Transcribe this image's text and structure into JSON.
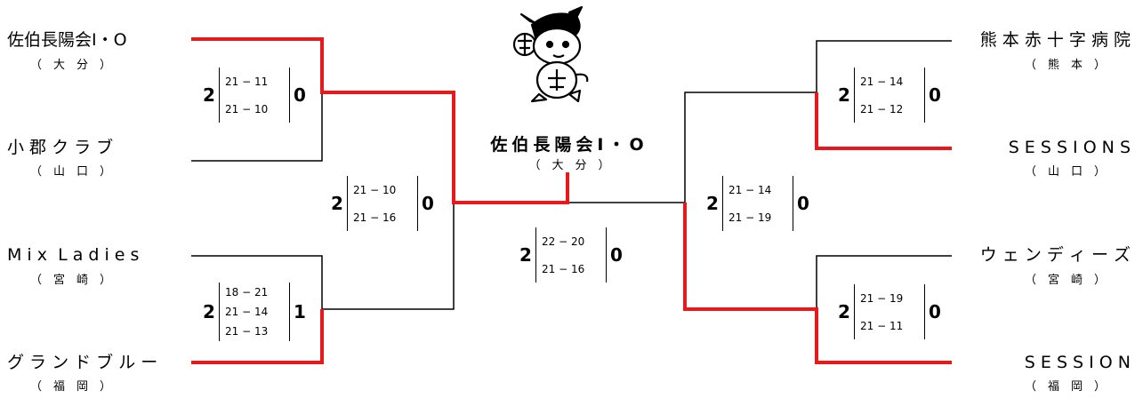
{
  "champion": {
    "name": "佐伯長陽会I・O",
    "prefecture": "（　大　分　）"
  },
  "left_teams": [
    {
      "name": "佐伯長陽会I・O",
      "prefecture": "（　大　分　）"
    },
    {
      "name": "小 郡 ク ラ ブ",
      "prefecture": "（　山　口　）"
    },
    {
      "name": "M i x  L a d i e s",
      "prefecture": "（　宮　崎　）"
    },
    {
      "name": "グ ラ ン ド ブ ル ー",
      "prefecture": "（　福　岡　）"
    }
  ],
  "right_teams": [
    {
      "name": "熊 本 赤 十 字 病 院",
      "prefecture": "（　熊　本　）"
    },
    {
      "name": "S E S S I O N S",
      "prefecture": "（　山　口　）"
    },
    {
      "name": "ウ ェ ン デ ィ ー ズ",
      "prefecture": "（　宮　崎　）"
    },
    {
      "name": "S E S S I O N",
      "prefecture": "（　福　岡　）"
    }
  ],
  "matches": {
    "l1": {
      "w": "2",
      "games": [
        "21 − 11",
        "21 − 10"
      ],
      "l": "0"
    },
    "l2": {
      "w": "2",
      "games": [
        "18 − 21",
        "21 − 14",
        "21 − 13"
      ],
      "l": "1"
    },
    "lsemi": {
      "w": "2",
      "games": [
        "21 − 10",
        "21 − 16"
      ],
      "l": "0"
    },
    "final": {
      "w": "2",
      "games": [
        "22 − 20",
        "21 − 16"
      ],
      "l": "0"
    },
    "rsemi": {
      "w": "2",
      "games": [
        "21 − 14",
        "21 − 19"
      ],
      "l": "0"
    },
    "r1": {
      "w": "2",
      "games": [
        "21 − 14",
        "21 − 12"
      ],
      "l": "0"
    },
    "r2": {
      "w": "2",
      "games": [
        "21 − 19",
        "21 − 11"
      ],
      "l": "0"
    }
  },
  "colors": {
    "winner_line": "#e8191a",
    "line": "#000000"
  },
  "mascot": {
    "icon": "mascot-turtle-icon"
  }
}
